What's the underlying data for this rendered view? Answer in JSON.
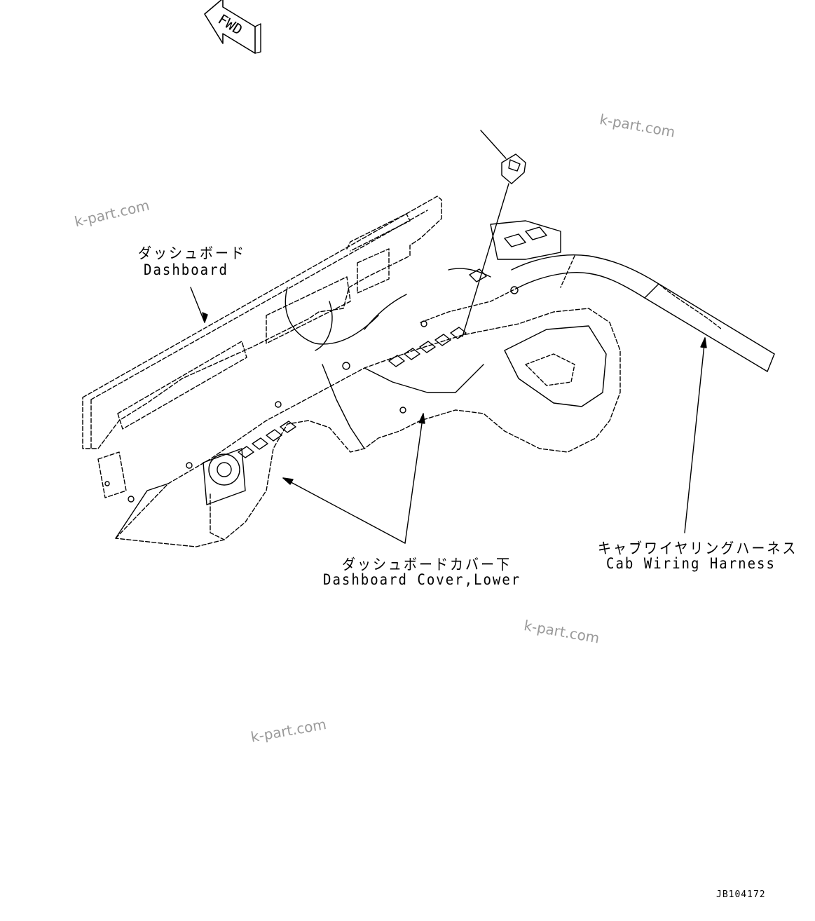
{
  "fwd_marker": {
    "text": "FWD"
  },
  "callouts": {
    "dashboard": {
      "ja": "ダッシュボード",
      "en": "Dashboard"
    },
    "dashboard_cover_lower": {
      "ja": "ダッシュボードカバー下",
      "en": "Dashboard Cover,Lower"
    },
    "cab_wiring_harness": {
      "ja": "キャブワイヤリングハーネス",
      "en": "Cab Wiring Harness"
    }
  },
  "watermarks": [
    "k-part.com",
    "k-part.com",
    "k-part.com",
    "k-part.com"
  ],
  "drawing_code": "JB104172",
  "colors": {
    "line": "#000000",
    "watermark": "#9a9a9a",
    "background": "#ffffff"
  }
}
